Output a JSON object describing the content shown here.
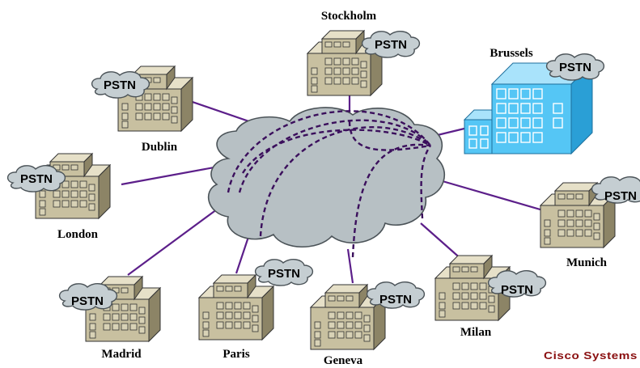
{
  "diagram": {
    "pstn_label": "PSTN",
    "colors": {
      "link": "#5c1f8a",
      "wan_cloud": "#b7c0c4",
      "building": "#c8c0a0",
      "building_hq": "#55c6f5",
      "pstn_cloud": "#c5ced2"
    },
    "sites": [
      {
        "id": "stockholm",
        "name": "Stockholm"
      },
      {
        "id": "brussels",
        "name": "Brussels"
      },
      {
        "id": "dublin",
        "name": "Dublin"
      },
      {
        "id": "london",
        "name": "London"
      },
      {
        "id": "munich",
        "name": "Munich"
      },
      {
        "id": "madrid",
        "name": "Madrid"
      },
      {
        "id": "paris",
        "name": "Paris"
      },
      {
        "id": "geneva",
        "name": "Geneva"
      },
      {
        "id": "milan",
        "name": "Milan"
      }
    ],
    "logo": {
      "text": "Cisco Systems"
    }
  }
}
